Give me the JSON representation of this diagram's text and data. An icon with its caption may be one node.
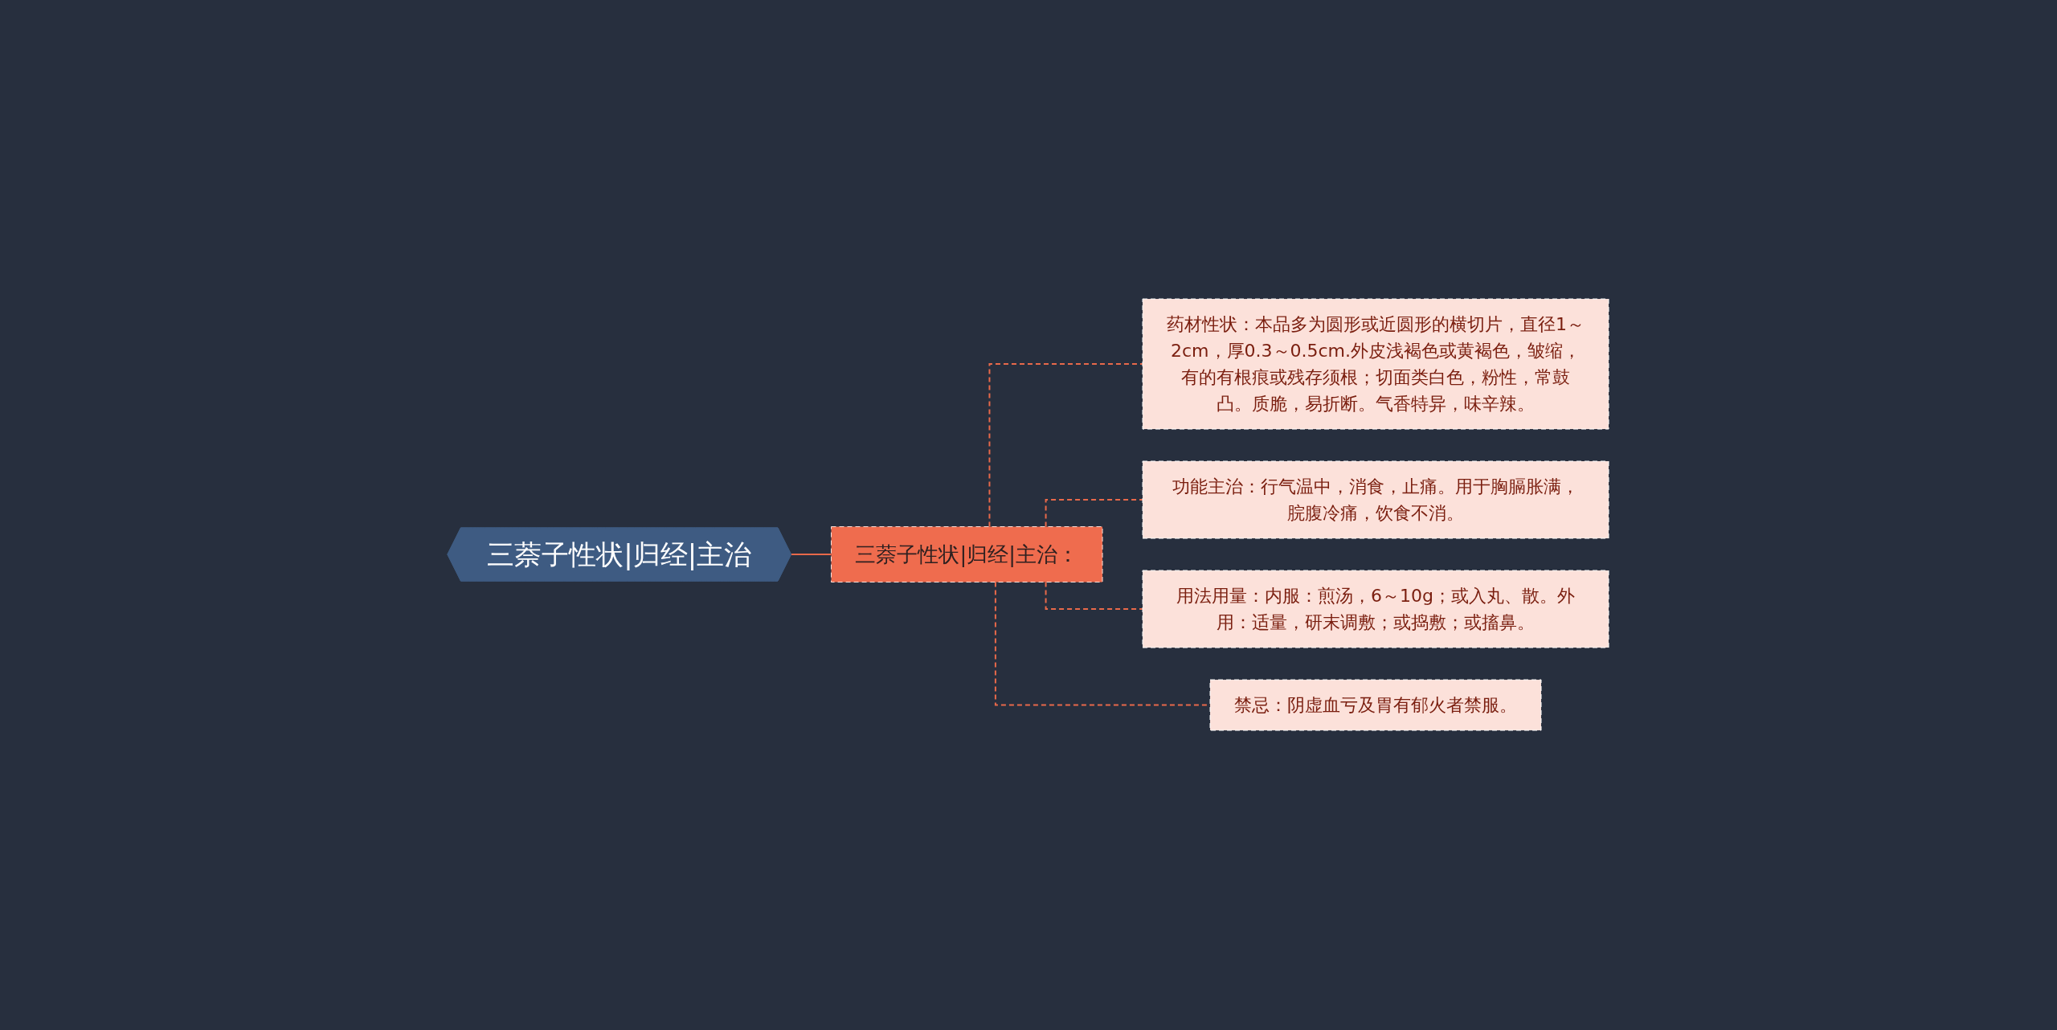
{
  "diagram": {
    "nodes": [
      {
        "text": [
          "三萘子性状|归经|主治"
        ]
      },
      {
        "text": [
          "三萘子性状|归经|主治："
        ]
      },
      {
        "text": [
          "药材性状：本品多为圆形或近圆形的横切片，直径1～2cm，厚0.3～0.5cm.外皮浅褐色或黄褐色，皱缩，有的有根痕或残存须根；切面类白色，粉性，常鼓凸。质脆，易折断。气香特异，味辛辣。"
        ]
      },
      {
        "text": [
          "功能主治：行气温中，消食，止痛。用于胸膈胀满，脘腹冷痛，饮食不消。"
        ]
      },
      {
        "text": [
          "用法用量：内服：煎汤，6～10g；或入丸、散。外用：适量，研末调敷；或捣敷；或搐鼻。"
        ]
      },
      {
        "text": [
          "禁忌：阴虚血亏及胃有郁火者禁服。"
        ]
      }
    ],
    "edges": [
      {
        "from": 0,
        "to": 1,
        "arrow": "none"
      },
      {
        "from": 1,
        "to": 2,
        "arrow": "none",
        "style": "dashed"
      },
      {
        "from": 1,
        "to": 3,
        "arrow": "none",
        "style": "dashed"
      },
      {
        "from": 1,
        "to": 4,
        "arrow": "none",
        "style": "dashed"
      },
      {
        "from": 1,
        "to": 5,
        "arrow": "none",
        "style": "dashed"
      }
    ]
  }
}
